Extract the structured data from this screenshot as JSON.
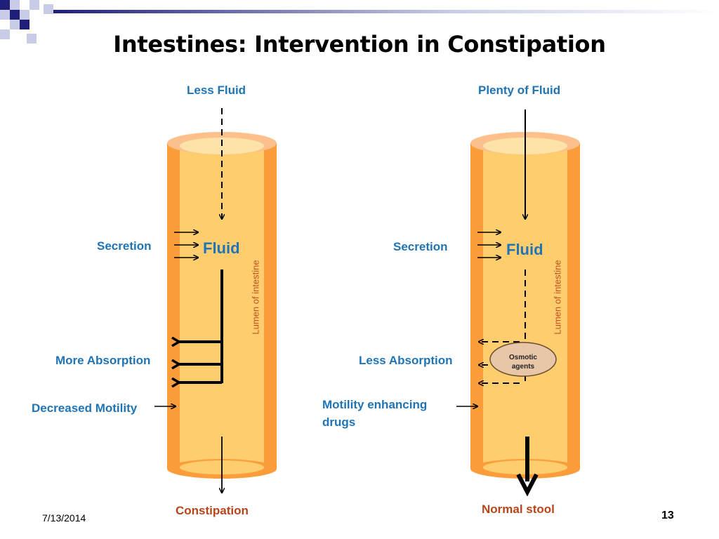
{
  "title": "Intestines: Intervention in Constipation",
  "left": {
    "top_label": "Less Fluid",
    "fluid": "Fluid",
    "secretion": "Secretion",
    "lumen": "Lumen of intestine",
    "absorption": "More Absorption",
    "motility": "Decreased Motility",
    "result": "Constipation"
  },
  "right": {
    "top_label": "Plenty of Fluid",
    "fluid": "Fluid",
    "secretion": "Secretion",
    "lumen": "Lumen of intestine",
    "absorption": "Less Absorption",
    "osmotic_line1": "Osmotic",
    "osmotic_line2": "agents",
    "motility_line1": "Motility enhancing",
    "motility_line2": "drugs",
    "result": "Normal stool"
  },
  "footer": {
    "date": "7/13/2014",
    "page": "13"
  },
  "colors": {
    "tube_outer": "#fb9d3b",
    "tube_inner": "#fdcd6e",
    "label_blue": "#1f74b6",
    "label_red": "#b8451a",
    "osmotic_fill": "#e8c7a8"
  }
}
